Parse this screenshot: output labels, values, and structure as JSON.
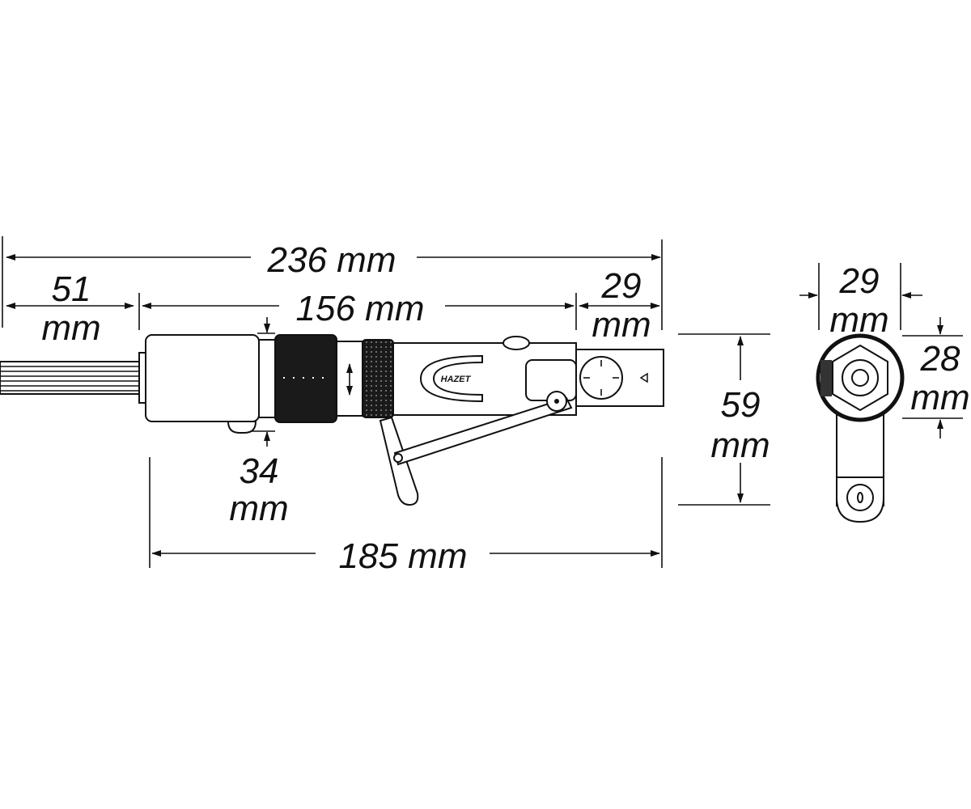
{
  "dimensions": {
    "overall_length": {
      "value": "236",
      "unit": "mm"
    },
    "tool_length": {
      "value": "51",
      "unit": "mm"
    },
    "body_length": {
      "value": "156",
      "unit": "mm"
    },
    "rear_length": {
      "value": "29",
      "unit": "mm"
    },
    "collar_offset": {
      "value": "34",
      "unit": "mm"
    },
    "housing_length": {
      "value": "185",
      "unit": "mm"
    },
    "height": {
      "value": "59",
      "unit": "mm"
    },
    "end_width": {
      "value": "29",
      "unit": "mm"
    },
    "end_height": {
      "value": "28",
      "unit": "mm"
    }
  },
  "logo": "HAZET"
}
